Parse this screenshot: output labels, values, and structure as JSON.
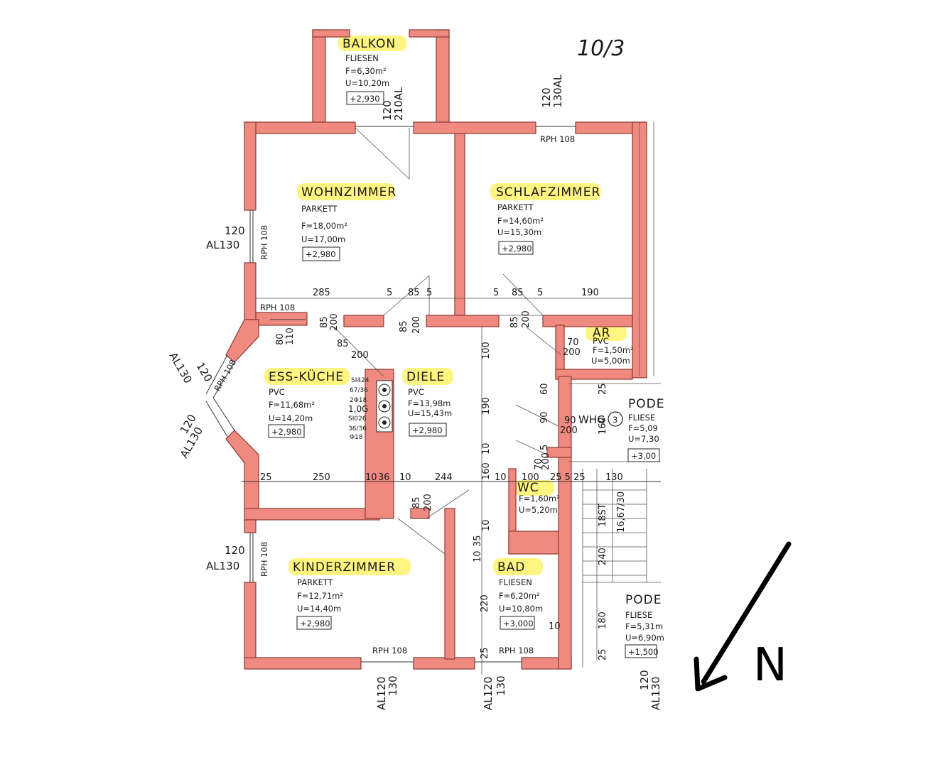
{
  "sheet_ref": "10/3",
  "north_label": "N",
  "rooms": {
    "balkon": {
      "name": "BALKON",
      "floor": "FLIESEN",
      "area": "F=6,30m²",
      "perim": "U=10,20m",
      "level": "+2,930"
    },
    "wohnzimmer": {
      "name": "WOHNZIMMER",
      "floor": "PARKETT",
      "area": "F=18,00m²",
      "perim": "U=17,00m",
      "level": "+2,980"
    },
    "schlafzimmer": {
      "name": "SCHLAFZIMMER",
      "floor": "PARKETT",
      "area": "F=14,60m²",
      "perim": "U=15,30m",
      "level": "+2,980"
    },
    "ar": {
      "name": "AR",
      "floor": "PVC",
      "area": "F=1,50m²",
      "perim": "U=5,00m"
    },
    "esskueche": {
      "name": "ESS-KÜCHE",
      "floor": "PVC",
      "area": "F=11,68m²",
      "perim": "U=14,20m",
      "level": "+2,980"
    },
    "diele": {
      "name": "DIELE",
      "floor": "PVC",
      "area": "F=13,98m",
      "perim": "U=15,43m",
      "level": "+2,980"
    },
    "wc": {
      "name": "WC",
      "area": "F=1,60m²",
      "perim": "U=5,20m"
    },
    "kinderzimmer": {
      "name": "KINDERZIMMER",
      "floor": "PARKETT",
      "area": "F=12,71m²",
      "perim": "U=14,40m",
      "level": "+2,980"
    },
    "bad": {
      "name": "BAD",
      "floor": "FLIESEN",
      "area": "F=6,20m²",
      "perim": "U=10,80m",
      "level": "+3,000"
    },
    "podest1": {
      "name": "PODE",
      "floor": "FLIESE",
      "area": "F=5,09",
      "perim": "U=7,30",
      "level": "+3,00"
    },
    "podest2": {
      "name": "PODE",
      "floor": "FLIESE",
      "area": "F=5,31m",
      "perim": "U=6,90m",
      "level": "+1,500"
    }
  },
  "unit": {
    "prefix": "WHG",
    "number": "3"
  },
  "window_labels": {
    "rph": "RPH 108",
    "al130": "AL130",
    "w120": "120",
    "w130": "130",
    "al120": "AL120",
    "al130top": "130AL",
    "al210": "210AL",
    "al_balkon_120": "120"
  },
  "chimney": {
    "top": "SI424",
    "a": "67/36",
    "b": "2Φ18",
    "c": "1,0G",
    "d": "SI026",
    "e": "36/36",
    "f": "Φ18"
  },
  "dims": {
    "d285": "285",
    "d5": "5",
    "d85": "85",
    "d190": "190",
    "d80": "80",
    "d110": "110",
    "d200": "200",
    "d100": "100",
    "d70": "70",
    "d25": "25",
    "d250": "250",
    "d10": "10",
    "d36": "36",
    "d244": "244",
    "d160": "160",
    "d60": "60",
    "d90": "90",
    "d220": "220",
    "d35": "35",
    "d180": "180",
    "d240": "240",
    "d18st": "18ST",
    "d1667": "16,67/30",
    "d255": "25 5 25",
    "d130": "130"
  }
}
